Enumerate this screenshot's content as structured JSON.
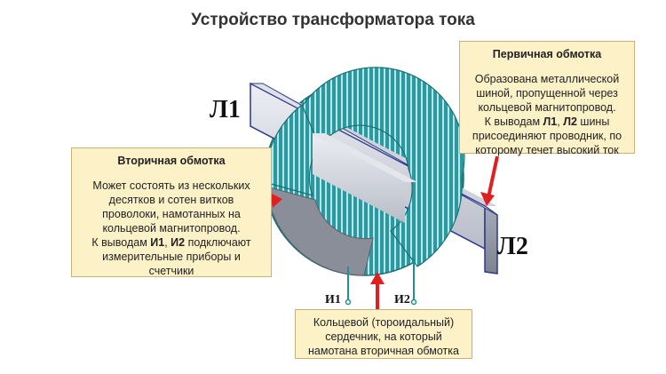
{
  "title": "Устройство трансформатора тока",
  "terminals": {
    "l1": "Л1",
    "l2": "Л2",
    "i1": "И1",
    "i2": "И2"
  },
  "primary_callout": {
    "heading": "Первичная обмотка",
    "lines": [
      "Образована металлической",
      "шиной, пропущенной через",
      "кольцевой магнитопровод.",
      "К выводам Л1, Л2 шины",
      "присоединяют проводник, по",
      "которому течет высокий ток"
    ]
  },
  "secondary_callout": {
    "heading": "Вторичная обмотка",
    "lines": [
      "Может состоять из нескольких",
      "десятков и сотен витков",
      "проволоки, намотанных на",
      "кольцевой магнитопровод.",
      "К выводам И1, И2 подключают",
      "измерительные приборы и",
      "счетчики"
    ]
  },
  "core_callout": {
    "lines": [
      "Кольцевой (тороидальный)",
      "сердечник, на который",
      "намотана вторичная обмотка"
    ]
  },
  "colors": {
    "winding": "#1f8f95",
    "winding_light": "#8fd3d6",
    "bus": "#c9ccd6",
    "bus_dark": "#8a8f9c",
    "bus_edge": "#2a3a8a",
    "arrow": "#e02020",
    "callout_bg": "#fdf1c8"
  }
}
